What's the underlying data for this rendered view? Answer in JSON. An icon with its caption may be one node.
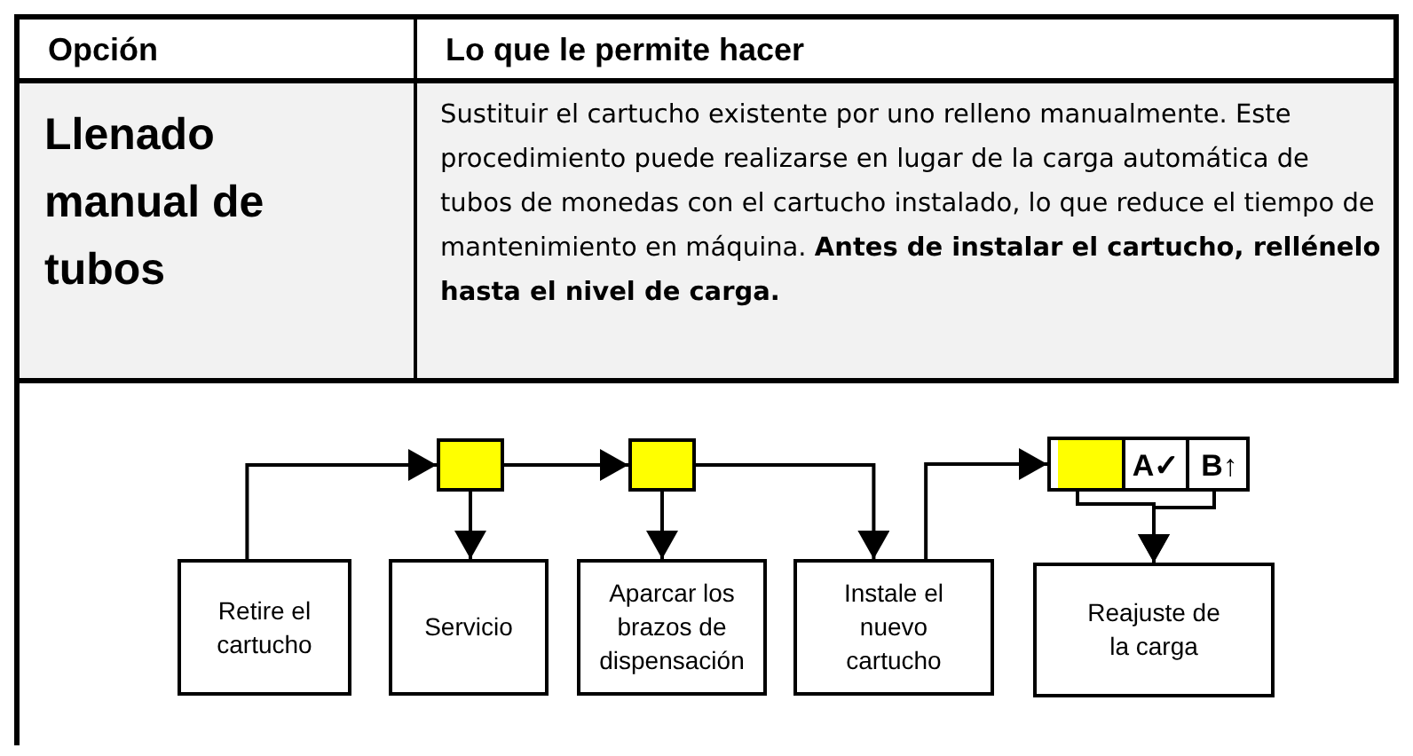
{
  "diagram": {
    "nodes": [
      {
        "text": [
          "Retire el cartucho"
        ]
      },
      {
        "text": [],
        "shape": "box"
      },
      {
        "text": [
          "Servicio"
        ]
      },
      {
        "text": [],
        "shape": "box"
      },
      {
        "text": [
          "Aparcar los brazos de dispensación"
        ]
      },
      {
        "text": [
          "Instale el nuevo cartucho"
        ]
      },
      {
        "text": [],
        "shape": "box"
      },
      {
        "text": [],
        "shape": "box",
        "in": 6
      },
      {
        "text": [
          "A✓"
        ],
        "in": 6
      },
      {
        "text": [
          "B↑"
        ],
        "in": 6
      },
      {
        "text": [
          "Reajuste de la carga"
        ]
      }
    ],
    "edges": [
      {
        "from": 0,
        "to": 1,
        "arrow": "to"
      },
      {
        "from": 1,
        "to": 2,
        "arrow": "to"
      },
      {
        "from": 1,
        "to": 3,
        "arrow": "to"
      },
      {
        "from": 3,
        "to": 4,
        "arrow": "to"
      },
      {
        "from": 3,
        "to": 5,
        "arrow": "to"
      },
      {
        "from": 5,
        "to": 6,
        "arrow": "to"
      },
      {
        "from": 7,
        "to": 10,
        "arrow": "to"
      },
      {
        "from": 9,
        "to": 10,
        "arrow": "to"
      }
    ],
    "labels": [
      "Opción",
      "Lo que le permite hacer",
      "Llenado manual de tubos",
      "Sustituir el cartucho existente por uno relleno manualmente. Este procedimiento puede realizarse en lugar de la carga automática de tubos de monedas con el cartucho instalado, lo que reduce el tiempo de mantenimiento en máquina. **Antes de instalar el cartucho, rellénelo hasta el nivel de carga.**"
    ]
  }
}
